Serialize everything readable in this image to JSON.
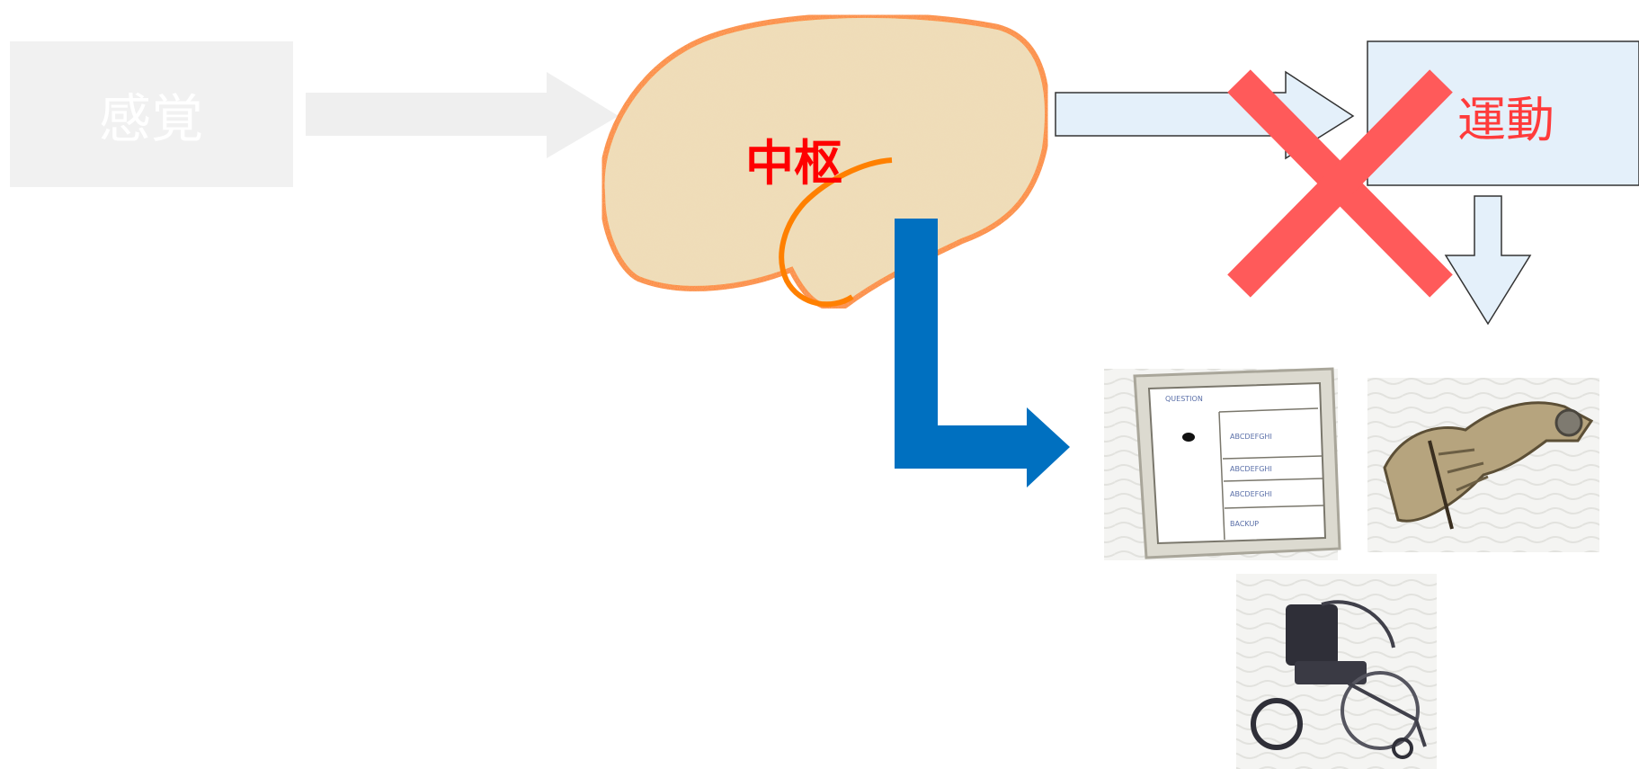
{
  "diagram": {
    "sensory": {
      "label": "感覚"
    },
    "center": {
      "label": "中枢"
    },
    "motor": {
      "label": "運動"
    },
    "devices": {
      "computer_menu": [
        "ABCDEFGHI",
        "ABCDEFGHI",
        "ABCDEFGHI",
        "BACKUP"
      ],
      "computer_title": "QUESTION"
    },
    "colors": {
      "faded_box": "#f1f1f1",
      "faded_arrow": "#efefef",
      "brain_fill": "#f0ddb8",
      "brain_outline": "#ff8000",
      "center_text": "#ff0000",
      "motor_box": "#e4f0fa",
      "motor_text": "#ff3b3b",
      "cross": "#ff5a5a",
      "bypass_arrow": "#0070c0"
    }
  }
}
